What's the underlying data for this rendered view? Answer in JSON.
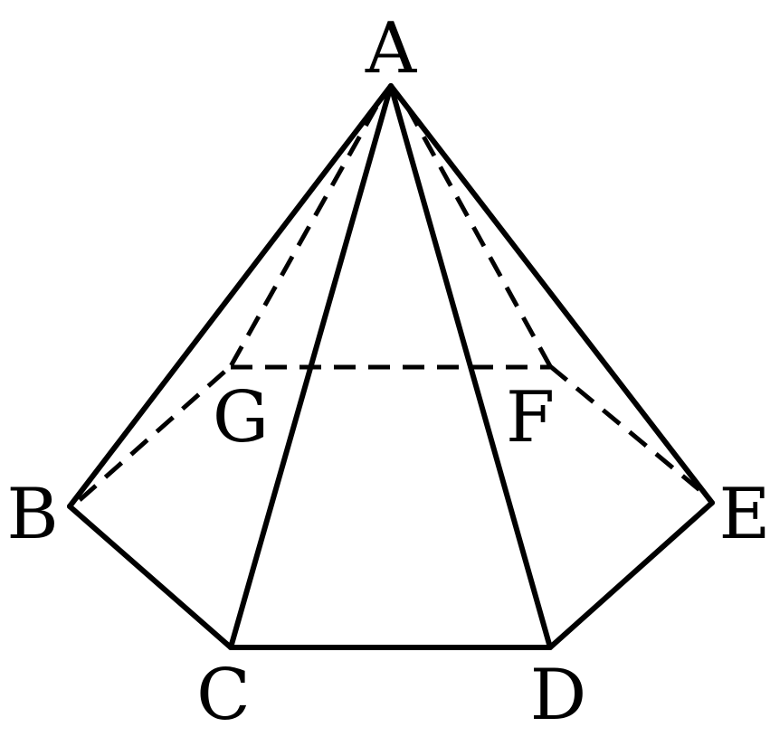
{
  "figure": {
    "type": "hexagonal pyramid",
    "apex": "A",
    "base_vertices": [
      "B",
      "C",
      "D",
      "E",
      "F",
      "G"
    ],
    "visible_edges": [
      [
        "A",
        "B"
      ],
      [
        "A",
        "C"
      ],
      [
        "A",
        "D"
      ],
      [
        "A",
        "E"
      ],
      [
        "B",
        "C"
      ],
      [
        "C",
        "D"
      ],
      [
        "D",
        "E"
      ]
    ],
    "hidden_edges": [
      [
        "A",
        "G"
      ],
      [
        "A",
        "F"
      ],
      [
        "B",
        "G"
      ],
      [
        "G",
        "F"
      ],
      [
        "F",
        "E"
      ]
    ],
    "line_color": "#000000"
  },
  "labels": {
    "A": "A",
    "B": "B",
    "C": "C",
    "D": "D",
    "E": "E",
    "F": "F",
    "G": "G"
  }
}
